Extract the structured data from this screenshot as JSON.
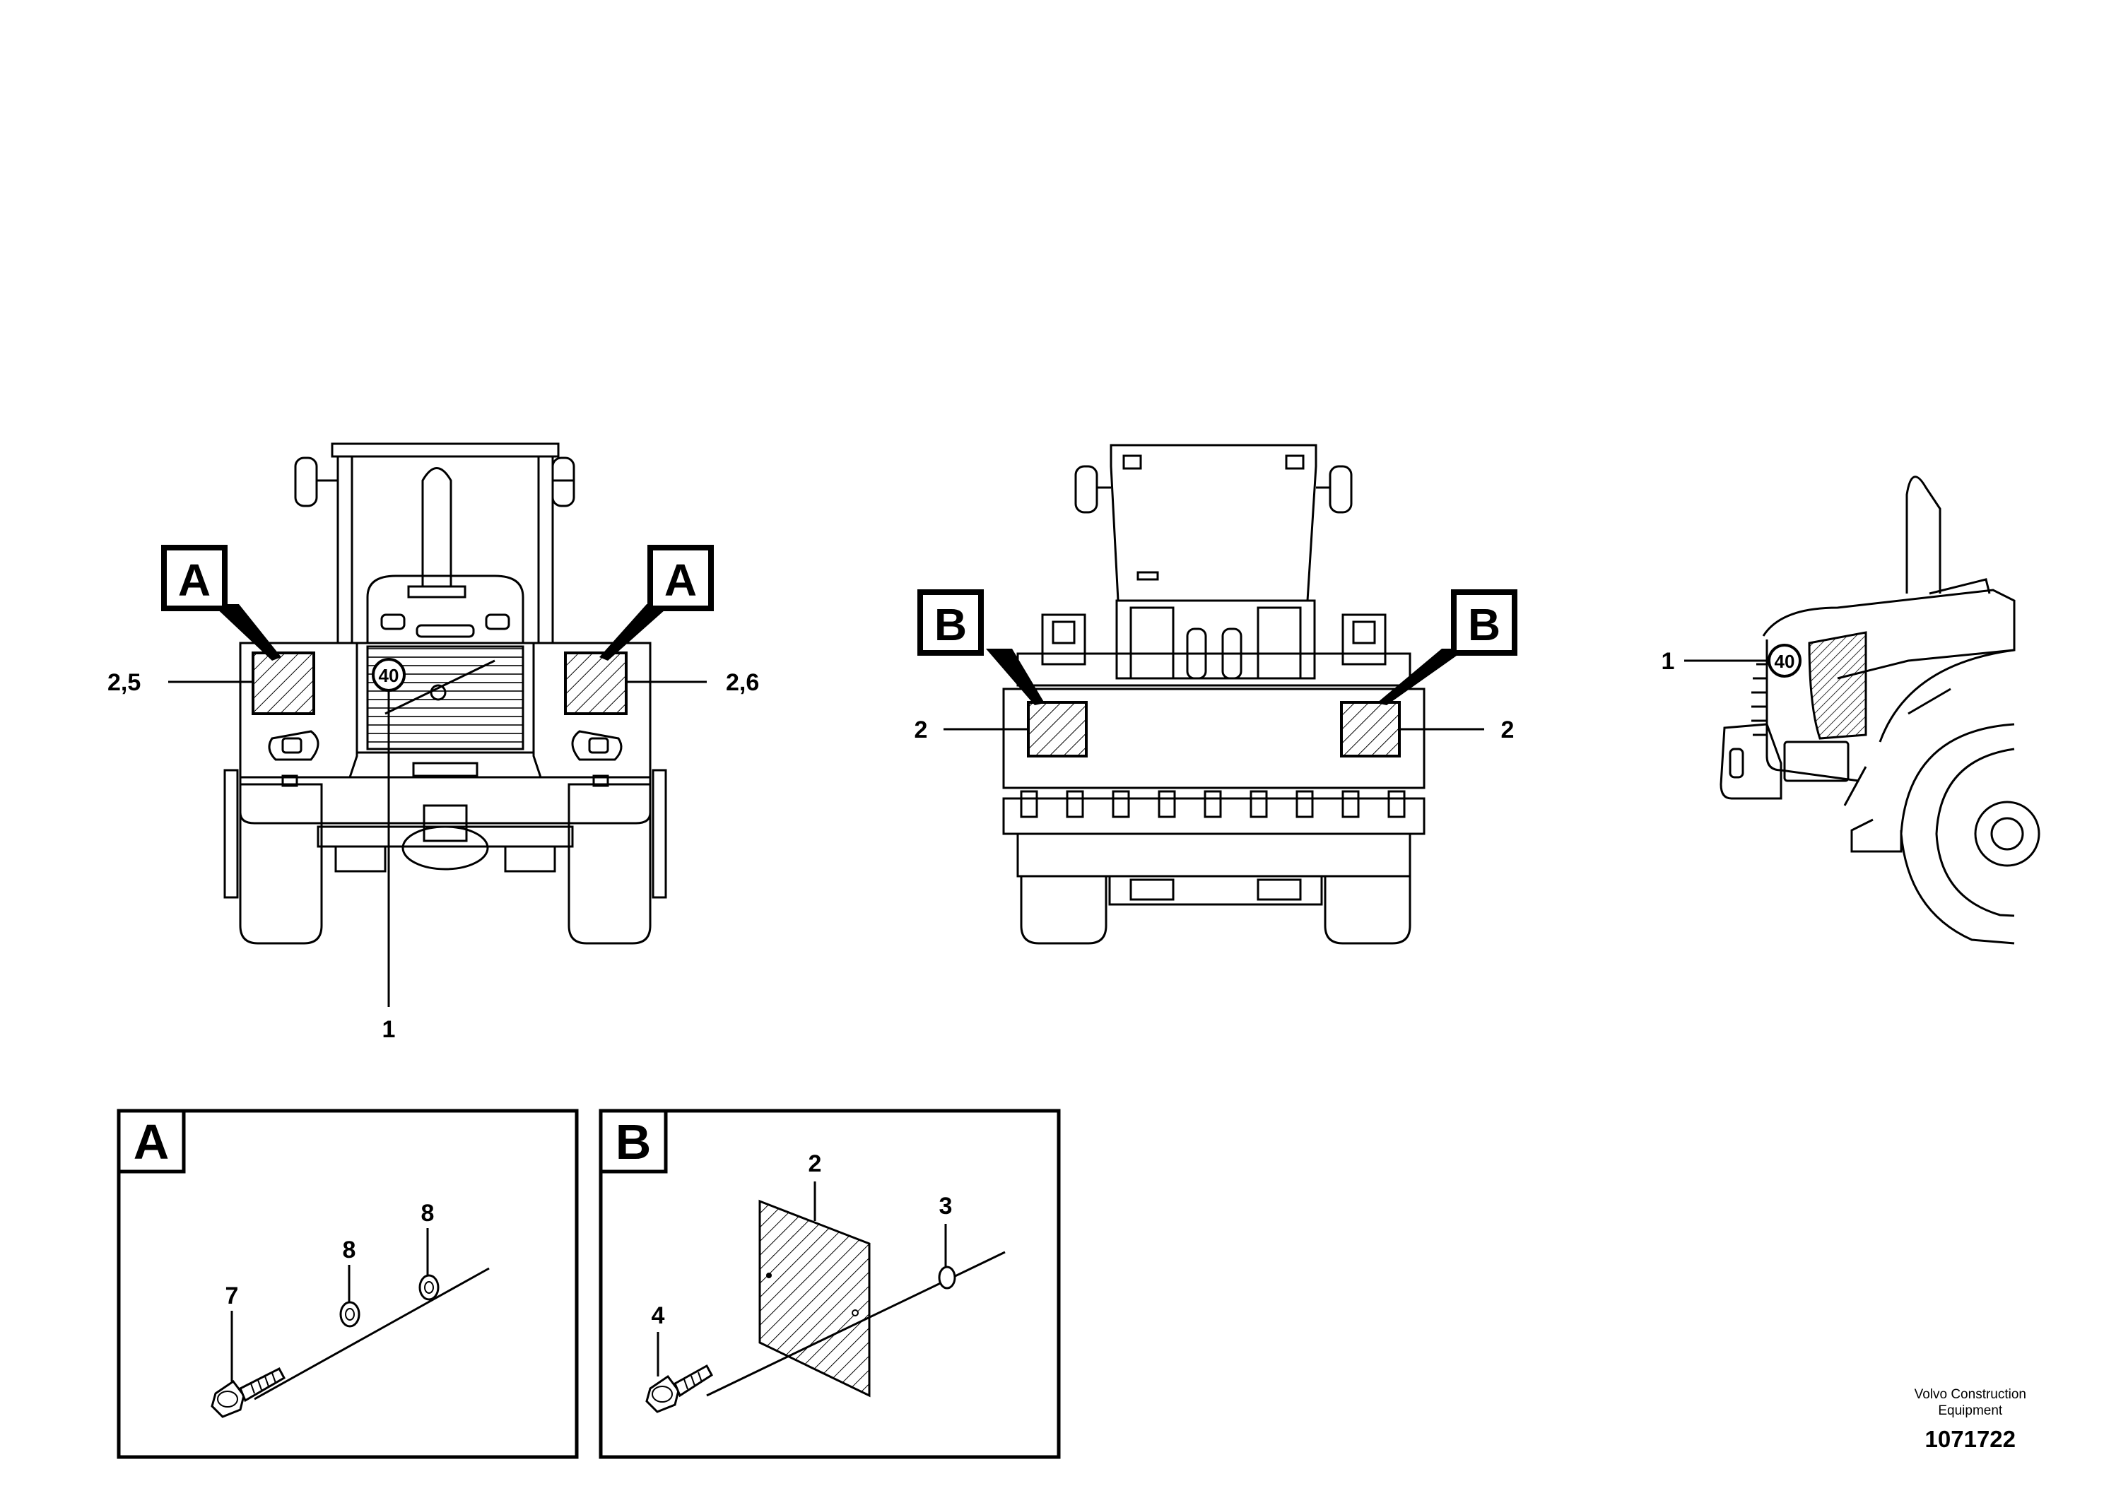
{
  "callouts": {
    "front_left_pos": "2,5",
    "front_right_pos": "2,6",
    "front_bottom_pos": "1",
    "rear_left_pos": "2",
    "rear_right_pos": "2",
    "side_pos": "1",
    "speed_sign": "40",
    "detail_A": "A",
    "detail_B": "B"
  },
  "detail_a": {
    "letter": "A",
    "pos_bolt": "7",
    "pos_washer_1": "8",
    "pos_washer_2": "8"
  },
  "detail_b": {
    "letter": "B",
    "pos_plate": "2",
    "pos_washer": "3",
    "pos_bolt": "4"
  },
  "footer": {
    "company_line1": "Volvo Construction",
    "company_line2": "Equipment",
    "drawing_number": "1071722"
  }
}
